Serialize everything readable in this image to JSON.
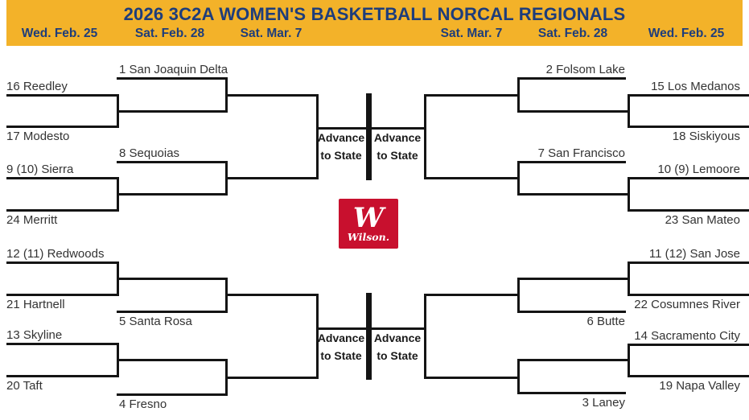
{
  "colors": {
    "banner": "#F3B229",
    "title_navy": "#1E3D7B",
    "line": "#141414",
    "team_text": "#333333",
    "wilson_red": "#C8102E"
  },
  "header": {
    "title": "2026 3C2A WOMEN'S BASKETBALL NORCAL REGIONALS",
    "columns": [
      "Wed. Feb. 25",
      "Sat. Feb. 28",
      "Sat. Mar. 7",
      "Sat. Mar. 7",
      "Sat. Feb. 28",
      "Wed. Feb. 25"
    ]
  },
  "advance": {
    "line1": "Advance",
    "line2": "to State"
  },
  "bracket": {
    "left": {
      "seeds": [
        "1 San Joaquin Delta",
        "8 Sequoias",
        "5 Santa Rosa",
        "4 Fresno"
      ],
      "first_round": [
        "16 Reedley",
        "17 Modesto",
        "9 (10) Sierra",
        "24 Merritt",
        "12 (11) Redwoods",
        "21 Hartnell",
        "13 Skyline",
        "20 Taft"
      ]
    },
    "right": {
      "seeds": [
        "2 Folsom Lake",
        "7 San Francisco",
        "6 Butte",
        "3 Laney"
      ],
      "first_round": [
        "15 Los Medanos",
        "18 Siskiyous",
        "10 (9) Lemoore",
        "23 San Mateo",
        "11 (12) San Jose",
        "22 Cosumnes River",
        "14 Sacramento City",
        "19 Napa Valley"
      ]
    }
  },
  "sponsor": {
    "monogram": "W",
    "wordmark": "Wilson."
  }
}
